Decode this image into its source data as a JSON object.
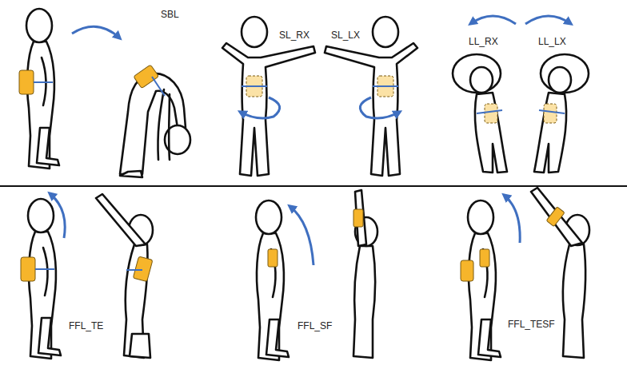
{
  "diagram": {
    "labels": [
      "SBL",
      "SL_RX",
      "SL_LX",
      "LL_RX",
      "LL_LX",
      "FFL_TE",
      "FFL_SF",
      "FFL_TESF"
    ]
  }
}
